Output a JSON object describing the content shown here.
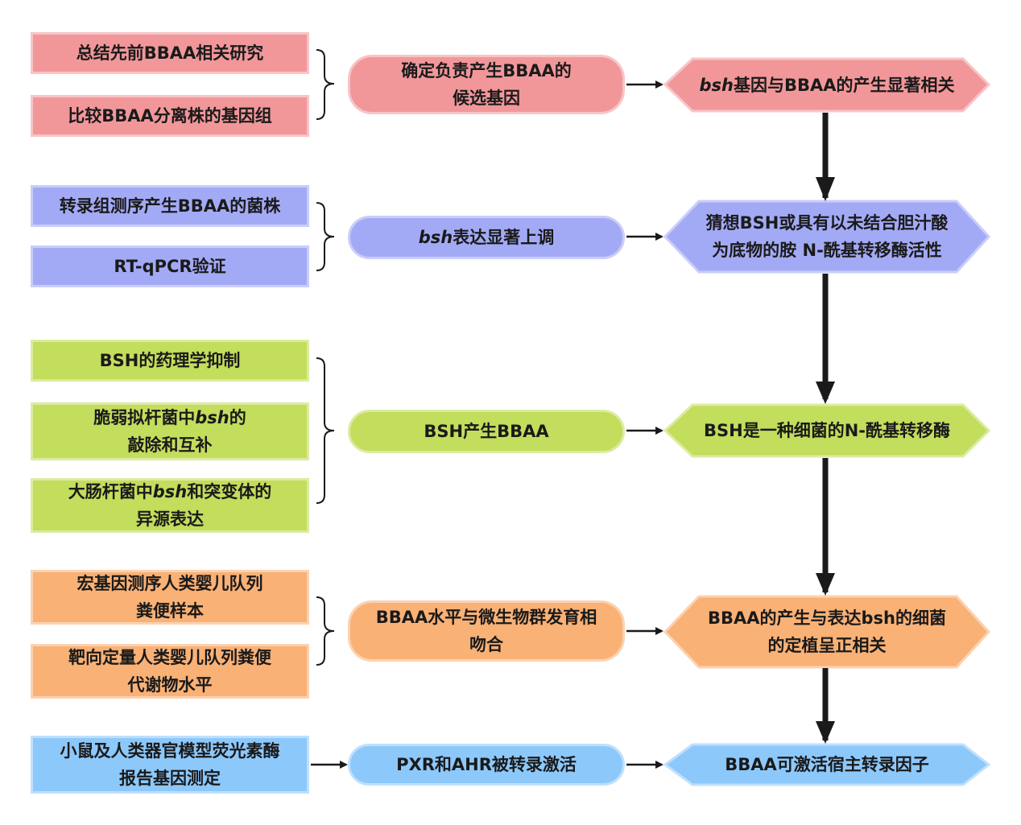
{
  "colors": {
    "red": "#f1979a",
    "blue": "#a3aaf5",
    "green": "#c3dd5c",
    "orange": "#f9b176",
    "sky": "#8dc8fb",
    "arrow": "#1a1a1a",
    "brace": "#1a1a1a"
  },
  "row1": {
    "left": [
      "总结先前BBAA相关研究",
      "比较BBAA分离株的基因组"
    ],
    "middle": {
      "line1": "确定负责产生BBAA的",
      "line2": "候选基因"
    },
    "right": {
      "italic": "bsh",
      "rest": "基因与BBAA的产生显著相关"
    }
  },
  "row2": {
    "left": [
      "转录组测序产生BBAA的菌株",
      "RT-qPCR验证"
    ],
    "middle": {
      "italic": "bsh",
      "rest": "表达显著上调"
    },
    "right": {
      "line1": "猜想BSH或具有以未结合胆汁酸",
      "line2": "为底物的胺 N-酰基转移酶活性"
    }
  },
  "row3": {
    "left1": "BSH的药理学抑制",
    "left2": {
      "pre": "脆弱拟杆菌中",
      "italic": "bsh",
      "post": "的",
      "line2": "敲除和互补"
    },
    "left3": {
      "pre": "大肠杆菌中",
      "italic": "bsh",
      "post": "和突变体的",
      "line2": "异源表达"
    },
    "middle": "BSH产生BBAA",
    "right": "BSH是一种细菌的N-酰基转移酶"
  },
  "row4": {
    "left1": {
      "line1": "宏基因测序人类婴儿队列",
      "line2": "粪便样本"
    },
    "left2": {
      "line1": "靶向定量人类婴儿队列粪便",
      "line2": "代谢物水平"
    },
    "middle": {
      "line1": "BBAA水平与微生物群发育相",
      "line2": "吻合"
    },
    "right": {
      "line1": "BBAA的产生与表达bsh的细菌",
      "line2": "的定植呈正相关"
    }
  },
  "row5": {
    "left": {
      "line1": "小鼠及人类器官模型荧光素酶",
      "line2": "报告基因测定"
    },
    "middle": "PXR和AHR被转录激活",
    "right": "BBAA可激活宿主转录因子"
  }
}
